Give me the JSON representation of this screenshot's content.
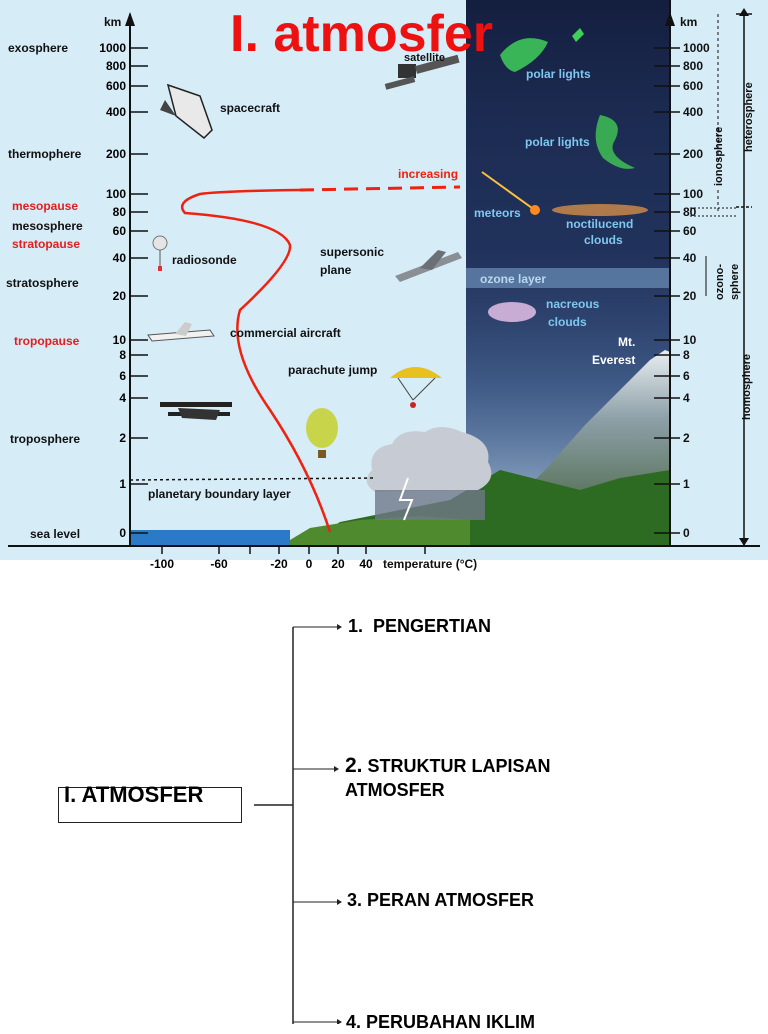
{
  "title": "I. atmosfer",
  "left_axis": {
    "unit": "km",
    "ticks": [
      "1000",
      "800",
      "600",
      "400",
      "200",
      "100",
      "80",
      "60",
      "40",
      "20",
      "10",
      "8",
      "6",
      "4",
      "2",
      "1",
      "0"
    ]
  },
  "right_axis": {
    "unit": "km",
    "ticks": [
      "1000",
      "800",
      "600",
      "400",
      "200",
      "100",
      "80",
      "60",
      "40",
      "20",
      "10",
      "8",
      "6",
      "4",
      "2",
      "1",
      "0"
    ]
  },
  "layers": [
    {
      "name": "exosphere",
      "color": "#000000"
    },
    {
      "name": "thermophere",
      "color": "#000000"
    },
    {
      "name": "mesopause",
      "color": "#e02020"
    },
    {
      "name": "mesosphere",
      "color": "#000000"
    },
    {
      "name": "stratopause",
      "color": "#e02020"
    },
    {
      "name": "stratosphere",
      "color": "#000000"
    },
    {
      "name": "tropopause",
      "color": "#e02020"
    },
    {
      "name": "troposphere",
      "color": "#000000"
    },
    {
      "name": "sea level",
      "color": "#000000"
    }
  ],
  "objects": {
    "spacecraft": "spacecraft",
    "satellite": "satellite",
    "radiosonde": "radiosonde",
    "supersonic": "supersonic\nplane",
    "commercial": "commercial aircraft",
    "parachute": "parachute jump",
    "pbl": "planetary boundary layer",
    "increasing": "increasing"
  },
  "sky_labels": {
    "polar1": "polar lights",
    "polar2": "polar lights",
    "meteors": "meteors",
    "noctilucent": "noctilucend\nclouds",
    "ozone_layer": "ozone layer",
    "nacreous": "nacreous\nclouds",
    "everest": "Mt.\nEverest"
  },
  "spheres": {
    "heterosphere": "heterosphere",
    "ionosphere": "ionosphere",
    "ozonosphere": "ozono-\nsphere",
    "homosphere": "homosphere"
  },
  "temperature_axis": {
    "ticks": [
      "-100",
      "-60",
      "-20",
      "0",
      "20",
      "40"
    ],
    "label": "temperature (°C)"
  },
  "colors": {
    "sky": "#d6ecf7",
    "night": "#1d2b52",
    "curve": "#ee2211",
    "title": "#ee1111"
  },
  "outline": {
    "main": "I. ATMOSFER",
    "items": [
      {
        "num": "1.",
        "label": "PENGERTIAN"
      },
      {
        "num": "2.",
        "label": "STRUKTUR LAPISAN ATMOSFER"
      },
      {
        "num": "3.",
        "label": "PERAN ATMOSFER"
      },
      {
        "num": "4.",
        "label": "PERUBAHAN IKLIM"
      }
    ]
  }
}
